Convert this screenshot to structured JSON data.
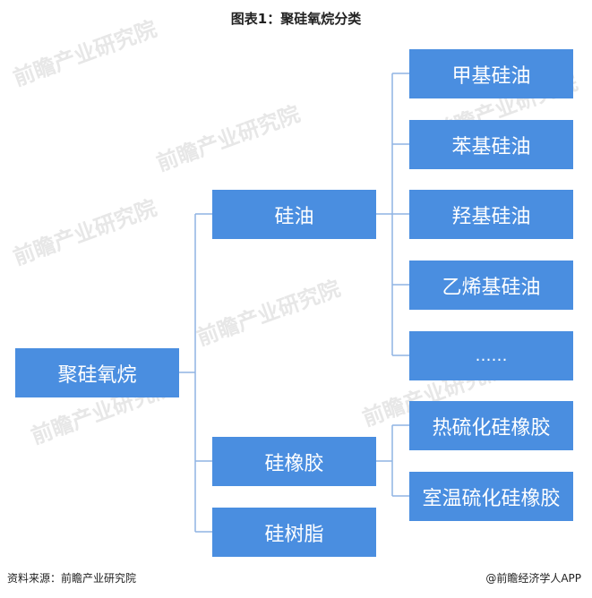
{
  "title": "图表1：聚硅氧烷分类",
  "root": "聚硅氧烷",
  "level1": [
    "硅油",
    "硅橡胶",
    "硅树脂"
  ],
  "silicone_oil_types": [
    "甲基硅油",
    "苯基硅油",
    "羟基硅油",
    "乙烯基硅油",
    "……"
  ],
  "silicone_rubber_types": [
    "热硫化硅橡胶",
    "室温硫化硅橡胶"
  ],
  "watermark_text": "前瞻产业研究院",
  "source": "资料来源：前瞻产业研究院",
  "brand": "@前瞻经济学人APP"
}
